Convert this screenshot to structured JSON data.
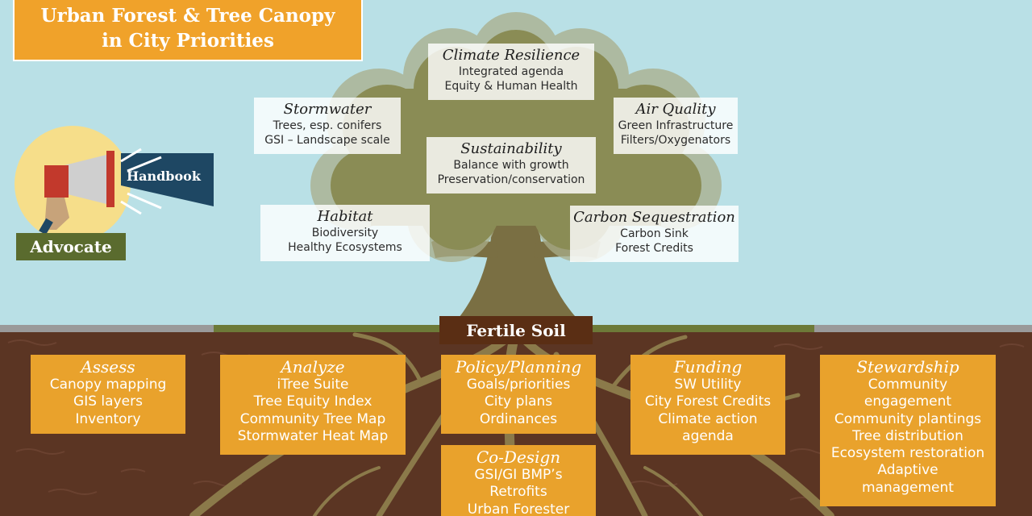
{
  "title": {
    "line1": "Urban Forest & Tree Canopy",
    "line2": "in City Priorities"
  },
  "advocate": {
    "handbook_label": "Handbook",
    "advocate_label": "Advocate"
  },
  "soil_label": "Fertile Soil",
  "canopy": {
    "climate": {
      "heading": "Climate Resilience",
      "line1": "Integrated agenda",
      "line2": "Equity & Human Health"
    },
    "stormwater": {
      "heading": "Stormwater",
      "line1": "Trees, esp. conifers",
      "line2": "GSI – Landscape scale"
    },
    "air": {
      "heading": "Air Quality",
      "line1": "Green Infrastructure",
      "line2": "Filters/Oxygenators"
    },
    "sustainability": {
      "heading": "Sustainability",
      "line1": "Balance with growth",
      "line2": "Preservation/conservation"
    },
    "habitat": {
      "heading": "Habitat",
      "line1": "Biodiversity",
      "line2": "Healthy Ecosystems"
    },
    "carbon": {
      "heading": "Carbon Sequestration",
      "line1": "Carbon Sink",
      "line2": "Forest Credits"
    }
  },
  "roots": {
    "assess": {
      "heading": "Assess",
      "lines": [
        "Canopy mapping",
        "GIS layers",
        "Inventory"
      ]
    },
    "analyze": {
      "heading": "Analyze",
      "lines": [
        "iTree Suite",
        "Tree Equity Index",
        "Community Tree Map",
        "Stormwater Heat Map"
      ]
    },
    "policy": {
      "heading": "Policy/Planning",
      "lines": [
        "Goals/priorities",
        "City plans",
        "Ordinances"
      ]
    },
    "funding": {
      "heading": "Funding",
      "lines": [
        "SW Utility",
        "City Forest Credits",
        "Climate action",
        "agenda"
      ]
    },
    "stewardship": {
      "heading": "Stewardship",
      "lines": [
        "Community",
        "engagement",
        "Community plantings",
        "Tree distribution",
        "Ecosystem restoration",
        "Adaptive",
        "management"
      ]
    },
    "codesign": {
      "heading": "Co-Design",
      "lines": [
        "GSI/GI BMP’s",
        "Retrofits",
        "Urban Forester"
      ]
    }
  },
  "colors": {
    "sky": "#b9e0e6",
    "soil": "#5b3523",
    "box_orange": "#e9a22c",
    "canopy": "#8a8c55",
    "trunk": "#7a6f43",
    "grass": "#6d7a38"
  }
}
